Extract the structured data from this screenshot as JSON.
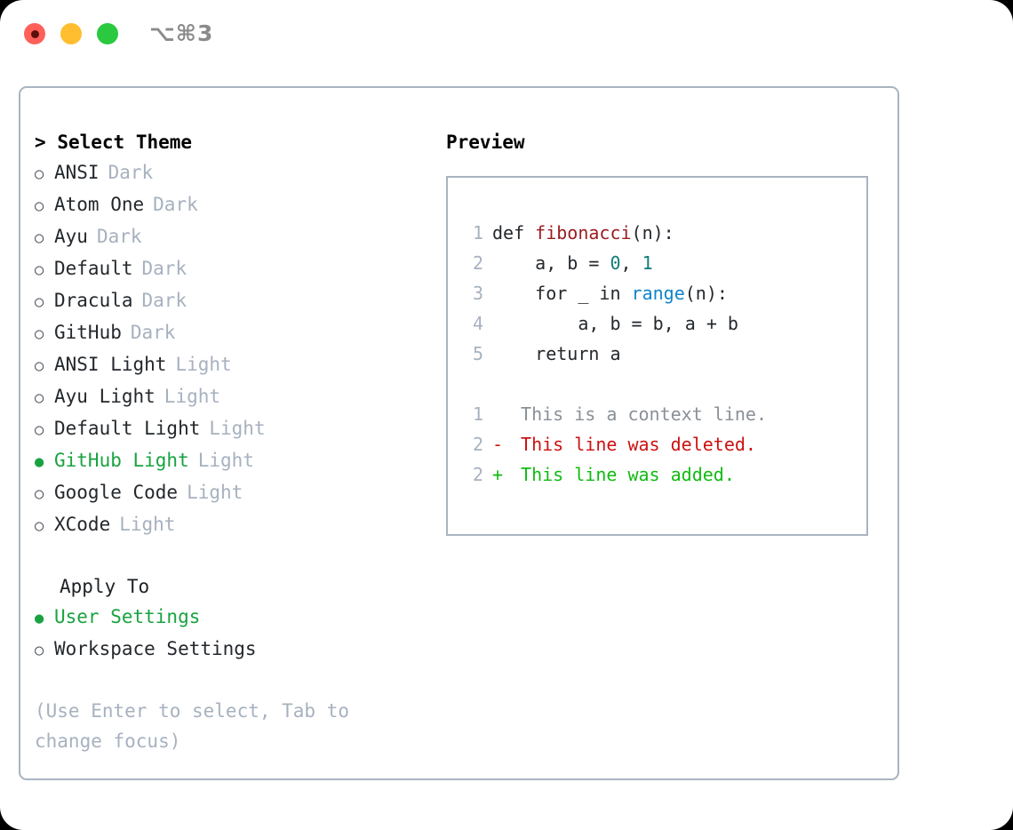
{
  "titlebar": {
    "shortcut": "⌥⌘3",
    "buttons": [
      {
        "name": "close",
        "color": "#ff6059"
      },
      {
        "name": "minimize",
        "color": "#ffbe2f"
      },
      {
        "name": "zoom",
        "color": "#2ac940"
      }
    ]
  },
  "theme_picker": {
    "heading": "Select Theme",
    "caret": ">",
    "bullet_unselected": "○",
    "bullet_selected": "●",
    "selected_color": "#19a340",
    "items": [
      {
        "label": "ANSI",
        "variant": "Dark",
        "selected": false
      },
      {
        "label": "Atom One",
        "variant": "Dark",
        "selected": false
      },
      {
        "label": "Ayu",
        "variant": "Dark",
        "selected": false
      },
      {
        "label": "Default",
        "variant": "Dark",
        "selected": false
      },
      {
        "label": "Dracula",
        "variant": "Dark",
        "selected": false
      },
      {
        "label": "GitHub",
        "variant": "Dark",
        "selected": false
      },
      {
        "label": "ANSI Light",
        "variant": "Light",
        "selected": false
      },
      {
        "label": "Ayu Light",
        "variant": "Light",
        "selected": false
      },
      {
        "label": "Default Light",
        "variant": "Light",
        "selected": false
      },
      {
        "label": "GitHub Light",
        "variant": "Light",
        "selected": true
      },
      {
        "label": "Google Code",
        "variant": "Light",
        "selected": false
      },
      {
        "label": "XCode",
        "variant": "Light",
        "selected": false
      }
    ]
  },
  "apply_to": {
    "heading": "Apply To",
    "items": [
      {
        "label": "User Settings",
        "selected": true
      },
      {
        "label": "Workspace Settings",
        "selected": false
      }
    ]
  },
  "hint": "(Use Enter to select, Tab to change focus)",
  "preview": {
    "title": "Preview",
    "code_lines": [
      {
        "lineno": "1",
        "tokens": [
          {
            "text": "def ",
            "type": "plain"
          },
          {
            "text": "fibonacci",
            "type": "func"
          },
          {
            "text": "(n):",
            "type": "plain"
          }
        ]
      },
      {
        "lineno": "2",
        "tokens": [
          {
            "text": "    a, b = ",
            "type": "plain"
          },
          {
            "text": "0",
            "type": "num"
          },
          {
            "text": ", ",
            "type": "plain"
          },
          {
            "text": "1",
            "type": "num"
          }
        ]
      },
      {
        "lineno": "3",
        "tokens": [
          {
            "text": "    for _ in ",
            "type": "plain"
          },
          {
            "text": "range",
            "type": "call"
          },
          {
            "text": "(n):",
            "type": "plain"
          }
        ]
      },
      {
        "lineno": "4",
        "tokens": [
          {
            "text": "        a, b = b, a + b",
            "type": "plain"
          }
        ]
      },
      {
        "lineno": "5",
        "tokens": [
          {
            "text": "    return a",
            "type": "plain"
          }
        ]
      }
    ],
    "diff_lines": [
      {
        "lineno": "1",
        "marker": " ",
        "text": " This is a context line.",
        "kind": "context"
      },
      {
        "lineno": "2",
        "marker": "-",
        "text": " This line was deleted.",
        "kind": "del"
      },
      {
        "lineno": "2",
        "marker": "+",
        "text": " This line was added.",
        "kind": "add"
      }
    ],
    "colors": {
      "function": "#9c1c20",
      "number": "#0f7c78",
      "call": "#1184c8",
      "deleted": "#cc1111",
      "added": "#11bb11",
      "context": "#8a9097",
      "lineno": "#a7b1bf"
    }
  }
}
